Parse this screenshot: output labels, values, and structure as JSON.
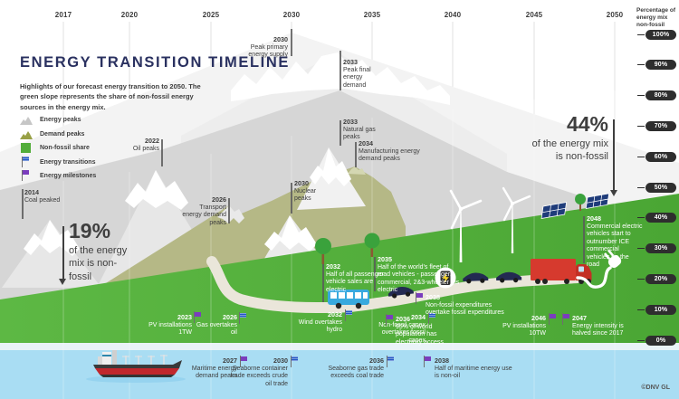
{
  "header": {
    "title": "ENERGY TRANSITION TIMELINE",
    "subtitle": "Highlights of our forecast energy transition to 2050. The green slope represents the share of non-fossil energy sources in the energy mix."
  },
  "axis": {
    "years": [
      "2017",
      "2020",
      "2025",
      "2030",
      "2035",
      "2040",
      "2045",
      "2050"
    ],
    "right_axis_label": "Percentage of energy mix non-fossil",
    "pills": [
      "100%",
      "90%",
      "80%",
      "70%",
      "60%",
      "50%",
      "40%",
      "30%",
      "20%",
      "10%",
      "0%"
    ]
  },
  "legend": {
    "items": [
      {
        "icon": "gray-mountain-icon",
        "label": "Energy peaks"
      },
      {
        "icon": "olive-mountain-icon",
        "label": "Demand peaks"
      },
      {
        "icon": "green-square-icon",
        "label": "Non-fossil share"
      },
      {
        "icon": "blue-flag-icon",
        "label": "Energy transitions"
      },
      {
        "icon": "purple-flag-icon",
        "label": "Energy milestones"
      }
    ]
  },
  "callouts": {
    "start_value": "19%",
    "start_caption": "of the energy mix is non-fossil",
    "end_value": "44%",
    "end_caption": "of the energy mix is non-fossil"
  },
  "events": {
    "coal": {
      "year": "2014",
      "text": "Coal peaked"
    },
    "oil": {
      "year": "2022",
      "text": "Oil peaks"
    },
    "transport": {
      "year": "2026",
      "text": "Transport energy demand peaks"
    },
    "nuclear": {
      "year": "2030",
      "text": "Nuclear peaks"
    },
    "primary": {
      "year": "2030",
      "text": "Peak primary energy supply"
    },
    "final_demand": {
      "year": "2033",
      "text": "Peak final energy demand"
    },
    "natural_gas": {
      "year": "2033",
      "text": "Natural gas peaks"
    },
    "manufacturing": {
      "year": "2034",
      "text": "Manufacturing energy demand peaks"
    },
    "ev_sales": {
      "year": "2032",
      "text": "Half of all passenger vehicle sales are electric"
    },
    "ev_fleet": {
      "year": "2035",
      "text": "Half of the world's fleet of road vehicles - passenger, commercial, 2&3-wheeler - is electric"
    },
    "ev_commercial": {
      "year": "2048",
      "text": "Commercial electric vehicles start to outnumber ICE commercial vehicles on the road"
    },
    "pv_1tw": {
      "year": "2023",
      "text": "PV installations 1TW"
    },
    "gas_oil": {
      "year": "2026",
      "text": "Gas overtakes oil"
    },
    "wind_hydro": {
      "year": "2032",
      "text": "Wind overtakes hydro"
    },
    "capex": {
      "year": "2034",
      "text": "Non-fossil capex overtakes fossil capex"
    },
    "electricity_access": {
      "year": "2036",
      "text": "95% of world population has electricity access"
    },
    "expenditures": {
      "year": "2038",
      "text": "Non-fossil expenditures overtake fossil expenditures"
    },
    "pv_10tw": {
      "year": "2046",
      "text": "PV installations 10TW"
    },
    "intensity": {
      "year": "2047",
      "text": "Energy intensity is halved since 2017"
    },
    "maritime_demand": {
      "year": "2027",
      "text": "Maritime energy demand peaks"
    },
    "container": {
      "year": "2030",
      "text": "Seaborne container trade exceeds crude oil trade"
    },
    "seaborne_gas": {
      "year": "2036",
      "text": "Seaborne gas trade exceeds coal trade"
    },
    "maritime_oil": {
      "year": "2038",
      "text": "Half of maritime energy use is non-oil"
    }
  },
  "footer": {
    "credit": "©DNV GL"
  },
  "colors": {
    "non_fossil_green": "#54ae3a",
    "demand_olive": "#b5b886",
    "flag_blue": "#2257c4",
    "flag_purple": "#7a3dbd",
    "water_blue": "#a9ddf3",
    "truck_red": "#d63a2e",
    "title_navy": "#2a3160",
    "pill_dark": "#2e2e2e"
  },
  "chart_data": {
    "type": "area",
    "x": [
      2017,
      2050
    ],
    "values": [
      19,
      44
    ],
    "series_label": "Non-fossil share",
    "ylabel": "Percentage of energy mix non-fossil",
    "ylim": [
      0,
      100
    ],
    "x_ticks": [
      2017,
      2020,
      2025,
      2030,
      2035,
      2040,
      2045,
      2050
    ],
    "y_ticks": [
      0,
      10,
      20,
      30,
      40,
      50,
      60,
      70,
      80,
      90,
      100
    ]
  }
}
